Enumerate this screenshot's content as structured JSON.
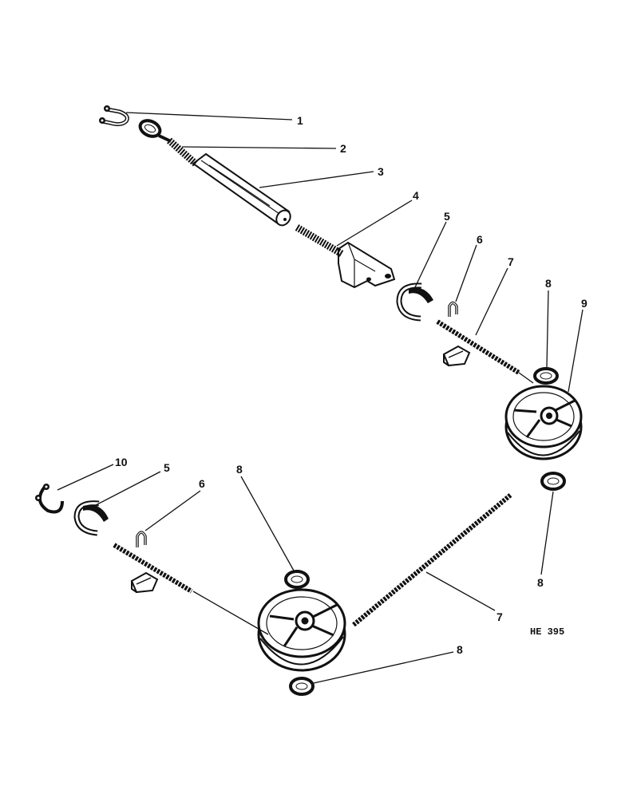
{
  "diagram": {
    "drawing_code": "HE 395",
    "callouts": [
      {
        "id": "c1",
        "label": "1"
      },
      {
        "id": "c2",
        "label": "2"
      },
      {
        "id": "c3",
        "label": "3"
      },
      {
        "id": "c4",
        "label": "4"
      },
      {
        "id": "c5a",
        "label": "5"
      },
      {
        "id": "c6a",
        "label": "6"
      },
      {
        "id": "c7a",
        "label": "7"
      },
      {
        "id": "c8a",
        "label": "8"
      },
      {
        "id": "c9",
        "label": "9"
      },
      {
        "id": "c10",
        "label": "10"
      },
      {
        "id": "c5b",
        "label": "5"
      },
      {
        "id": "c6b",
        "label": "6"
      },
      {
        "id": "c8b",
        "label": "8"
      },
      {
        "id": "c8c",
        "label": "8"
      },
      {
        "id": "c7b",
        "label": "7"
      },
      {
        "id": "c8d",
        "label": "8"
      }
    ]
  }
}
